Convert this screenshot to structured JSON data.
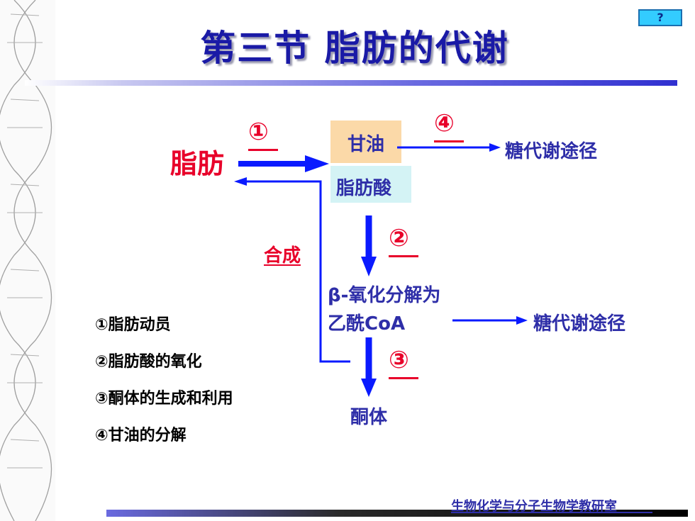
{
  "help_button": "?",
  "title": "第三节  脂肪的代谢",
  "diagram": {
    "fat": "脂肪",
    "step1": "①",
    "step2": "②",
    "step3": "③",
    "step4": "④",
    "glycerol": "甘油",
    "fatty_acid": "脂肪酸",
    "sugar_pathway_1": "糖代谢途径",
    "synthesis": "合成",
    "beta_oxidation": "β-氧化分解为",
    "acetyl_coa": "乙酰CoA",
    "sugar_pathway_2": "糖代谢途径",
    "ketone": "酮体"
  },
  "legend": [
    "①脂肪动员",
    "②脂肪酸的氧化",
    "③酮体的生成和利用",
    "④甘油的分解"
  ],
  "footer": "生物化学与分子生物学教研室",
  "colors": {
    "title": "#1a1aa6",
    "red": "#e8002a",
    "blue": "#2e2ea8",
    "arrow": "#0a1aff"
  }
}
